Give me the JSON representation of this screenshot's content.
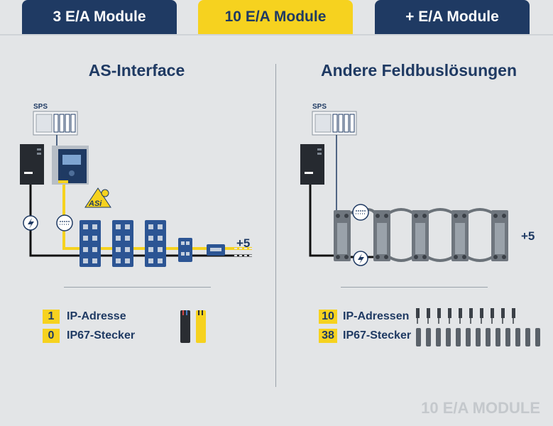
{
  "tabs": [
    {
      "label": "3 E/A Module"
    },
    {
      "label": "10 E/A Module"
    },
    {
      "label": "+ E/A Module"
    }
  ],
  "left": {
    "title": "AS-Interface",
    "sps_label": "SPS",
    "plus_label": "+5",
    "rows": [
      {
        "count": "1",
        "label": "IP-Adresse"
      },
      {
        "count": "0",
        "label": "IP67-Stecker"
      }
    ]
  },
  "right": {
    "title": "Andere Feldbuslösungen",
    "sps_label": "SPS",
    "plus_label": "+5",
    "rows": [
      {
        "count": "10",
        "label": "IP-Adressen"
      },
      {
        "count": "38",
        "label": "IP67-Stecker"
      }
    ]
  },
  "watermark": "10 E/A MODULE",
  "colors": {
    "navy": "#1f3a63",
    "yellow": "#f6d21f",
    "background": "#e3e5e7"
  }
}
